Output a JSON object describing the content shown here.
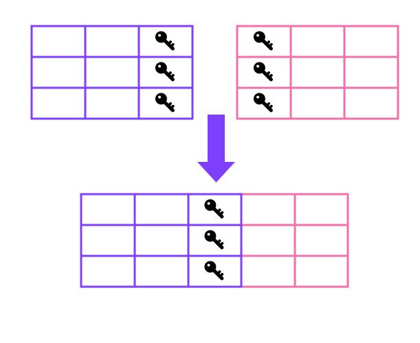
{
  "colors": {
    "left_table": "#7f3fff",
    "right_table": "#f070aa",
    "arrow": "#7f3fff",
    "key_icon": "#000000",
    "background": "#ffffff"
  },
  "left_table": {
    "rows": 3,
    "cols": 3,
    "key_column": 3
  },
  "right_table": {
    "rows": 3,
    "cols": 3,
    "key_column": 1
  },
  "merged_table": {
    "rows": 3,
    "cols": 5,
    "left_cols": 3,
    "right_cols": 2,
    "key_column": 3
  },
  "arrow": {
    "direction": "down"
  },
  "icons": {
    "key": "key-icon"
  }
}
